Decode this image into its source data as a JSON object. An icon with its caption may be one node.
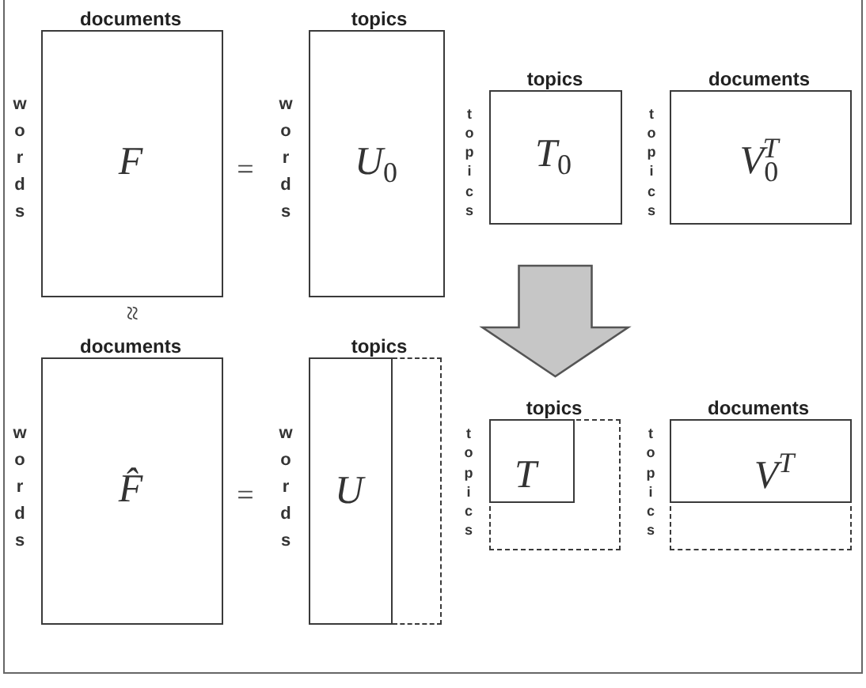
{
  "diagram": {
    "nodes": [
      {
        "text": [
          "documents",
          "F"
        ],
        "beside": [
          "words"
        ]
      },
      {
        "text": [
          "topics",
          "U$_{0}$"
        ],
        "beside": [
          "words"
        ]
      },
      {
        "text": [
          "topics",
          "T$_{0}$"
        ],
        "beside": [
          "topics"
        ]
      },
      {
        "text": [
          "documents",
          "V$_{0}$$^{T}$"
        ],
        "beside": [
          "topics"
        ]
      },
      {
        "text": [
          "documents",
          "F̂"
        ],
        "beside": [
          "words"
        ]
      },
      {
        "text": [
          "topics",
          "U"
        ],
        "beside": [
          "words"
        ]
      },
      {
        "text": [],
        "shape": "box"
      },
      {
        "text": [],
        "shape": "box"
      },
      {
        "text": [
          "topics",
          "T"
        ],
        "beside": [
          "topics"
        ],
        "in": 7
      },
      {
        "text": [],
        "shape": "box"
      },
      {
        "text": [
          "documents",
          "V$^{T}$"
        ],
        "beside": [
          "topics"
        ],
        "in": 9
      }
    ],
    "edges": [
      {
        "from": 2,
        "to": 7,
        "arrow": "to",
        "style": "thick"
      }
    ],
    "labels": [
      "=",
      "≈",
      "="
    ]
  }
}
